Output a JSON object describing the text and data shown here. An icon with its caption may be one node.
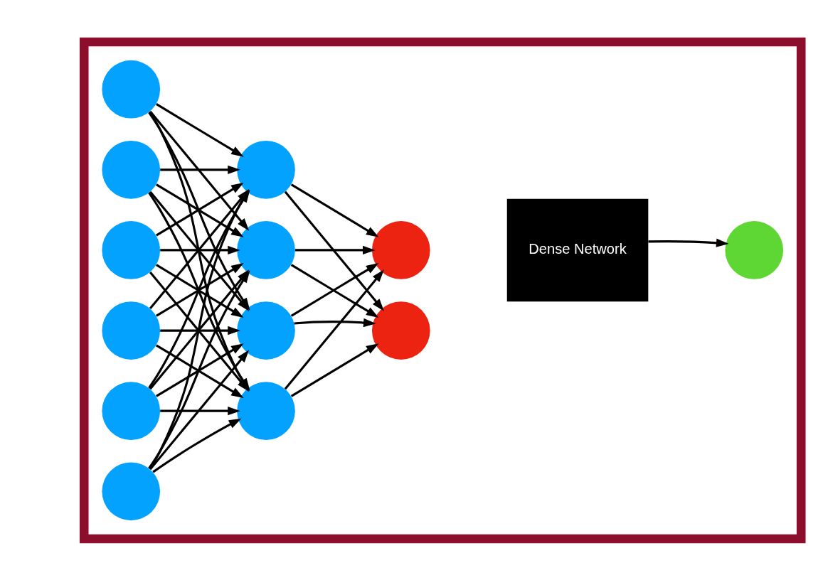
{
  "diagram": {
    "nodes": [
      {
        "text": [],
        "shape": "box"
      },
      {
        "text": [],
        "shape": "circle",
        "in": 0
      },
      {
        "text": [],
        "shape": "circle",
        "in": 0
      },
      {
        "text": [],
        "shape": "circle",
        "in": 0
      },
      {
        "text": [],
        "shape": "circle",
        "in": 0
      },
      {
        "text": [],
        "shape": "circle",
        "in": 0
      },
      {
        "text": [],
        "shape": "circle",
        "in": 0
      },
      {
        "text": [],
        "shape": "circle",
        "in": 0
      },
      {
        "text": [],
        "shape": "circle",
        "in": 0
      },
      {
        "text": [],
        "shape": "circle",
        "in": 0
      },
      {
        "text": [],
        "shape": "circle",
        "in": 0
      },
      {
        "text": [],
        "shape": "circle",
        "in": 0
      },
      {
        "text": [],
        "shape": "circle",
        "in": 0
      },
      {
        "text": [
          "Dense Network"
        ],
        "in": 0
      },
      {
        "text": [],
        "shape": "circle",
        "in": 0
      }
    ],
    "edges": [
      {
        "from": 1,
        "to": 7,
        "arrow": "to"
      },
      {
        "from": 1,
        "to": 8,
        "arrow": "to"
      },
      {
        "from": 1,
        "to": 9,
        "arrow": "to"
      },
      {
        "from": 1,
        "to": 10,
        "arrow": "to"
      },
      {
        "from": 2,
        "to": 7,
        "arrow": "to"
      },
      {
        "from": 2,
        "to": 8,
        "arrow": "to"
      },
      {
        "from": 2,
        "to": 9,
        "arrow": "to"
      },
      {
        "from": 2,
        "to": 10,
        "arrow": "to"
      },
      {
        "from": 3,
        "to": 7,
        "arrow": "to"
      },
      {
        "from": 3,
        "to": 8,
        "arrow": "to"
      },
      {
        "from": 3,
        "to": 9,
        "arrow": "to"
      },
      {
        "from": 3,
        "to": 10,
        "arrow": "to"
      },
      {
        "from": 4,
        "to": 7,
        "arrow": "to"
      },
      {
        "from": 4,
        "to": 8,
        "arrow": "to"
      },
      {
        "from": 4,
        "to": 9,
        "arrow": "to"
      },
      {
        "from": 4,
        "to": 10,
        "arrow": "to"
      },
      {
        "from": 5,
        "to": 7,
        "arrow": "to"
      },
      {
        "from": 5,
        "to": 8,
        "arrow": "to"
      },
      {
        "from": 5,
        "to": 9,
        "arrow": "to"
      },
      {
        "from": 5,
        "to": 10,
        "arrow": "to"
      },
      {
        "from": 6,
        "to": 7,
        "arrow": "to"
      },
      {
        "from": 6,
        "to": 8,
        "arrow": "to"
      },
      {
        "from": 6,
        "to": 9,
        "arrow": "to"
      },
      {
        "from": 6,
        "to": 10,
        "arrow": "to"
      },
      {
        "from": 7,
        "to": 11,
        "arrow": "to"
      },
      {
        "from": 7,
        "to": 12,
        "arrow": "to"
      },
      {
        "from": 8,
        "to": 11,
        "arrow": "to"
      },
      {
        "from": 8,
        "to": 12,
        "arrow": "to"
      },
      {
        "from": 9,
        "to": 11,
        "arrow": "to"
      },
      {
        "from": 9,
        "to": 12,
        "arrow": "to"
      },
      {
        "from": 10,
        "to": 11,
        "arrow": "to"
      },
      {
        "from": 10,
        "to": 12,
        "arrow": "to"
      },
      {
        "from": 13,
        "to": 14,
        "arrow": "to"
      }
    ]
  }
}
